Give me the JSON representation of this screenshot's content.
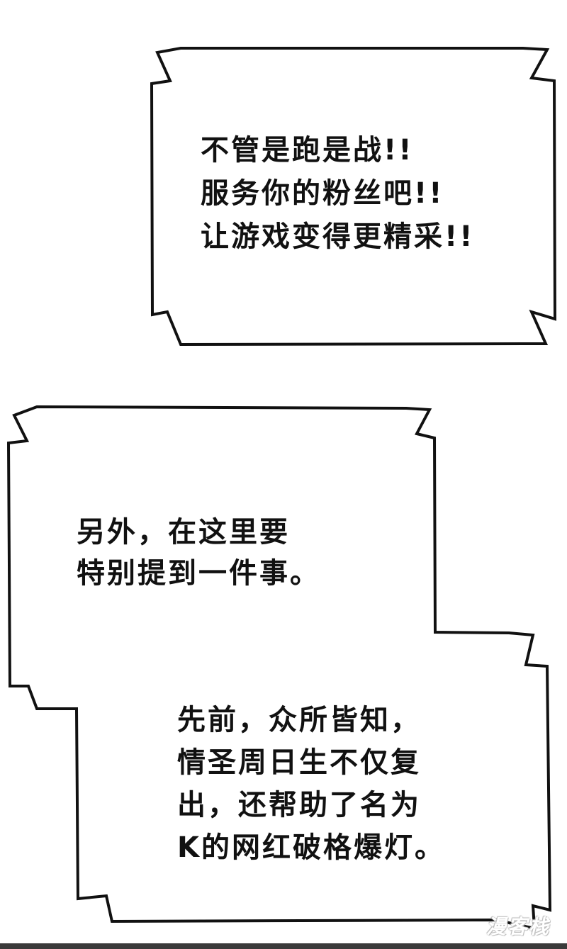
{
  "bubble_top": {
    "lines": [
      "不管是跑是战!!",
      "服务你的粉丝吧!!",
      "让游戏变得更精采!!"
    ]
  },
  "bubble_middle": {
    "lines": [
      "另外，在这里要",
      "特别提到一件事。"
    ]
  },
  "bubble_bottom": {
    "lines": [
      "先前，众所皆知，",
      "情圣周日生不仅复",
      "出，还帮助了名为",
      "K的网红破格爆灯。"
    ]
  },
  "watermark": {
    "text": "漫客栈"
  },
  "colors": {
    "ink": "#111111",
    "background": "#ffffff"
  }
}
